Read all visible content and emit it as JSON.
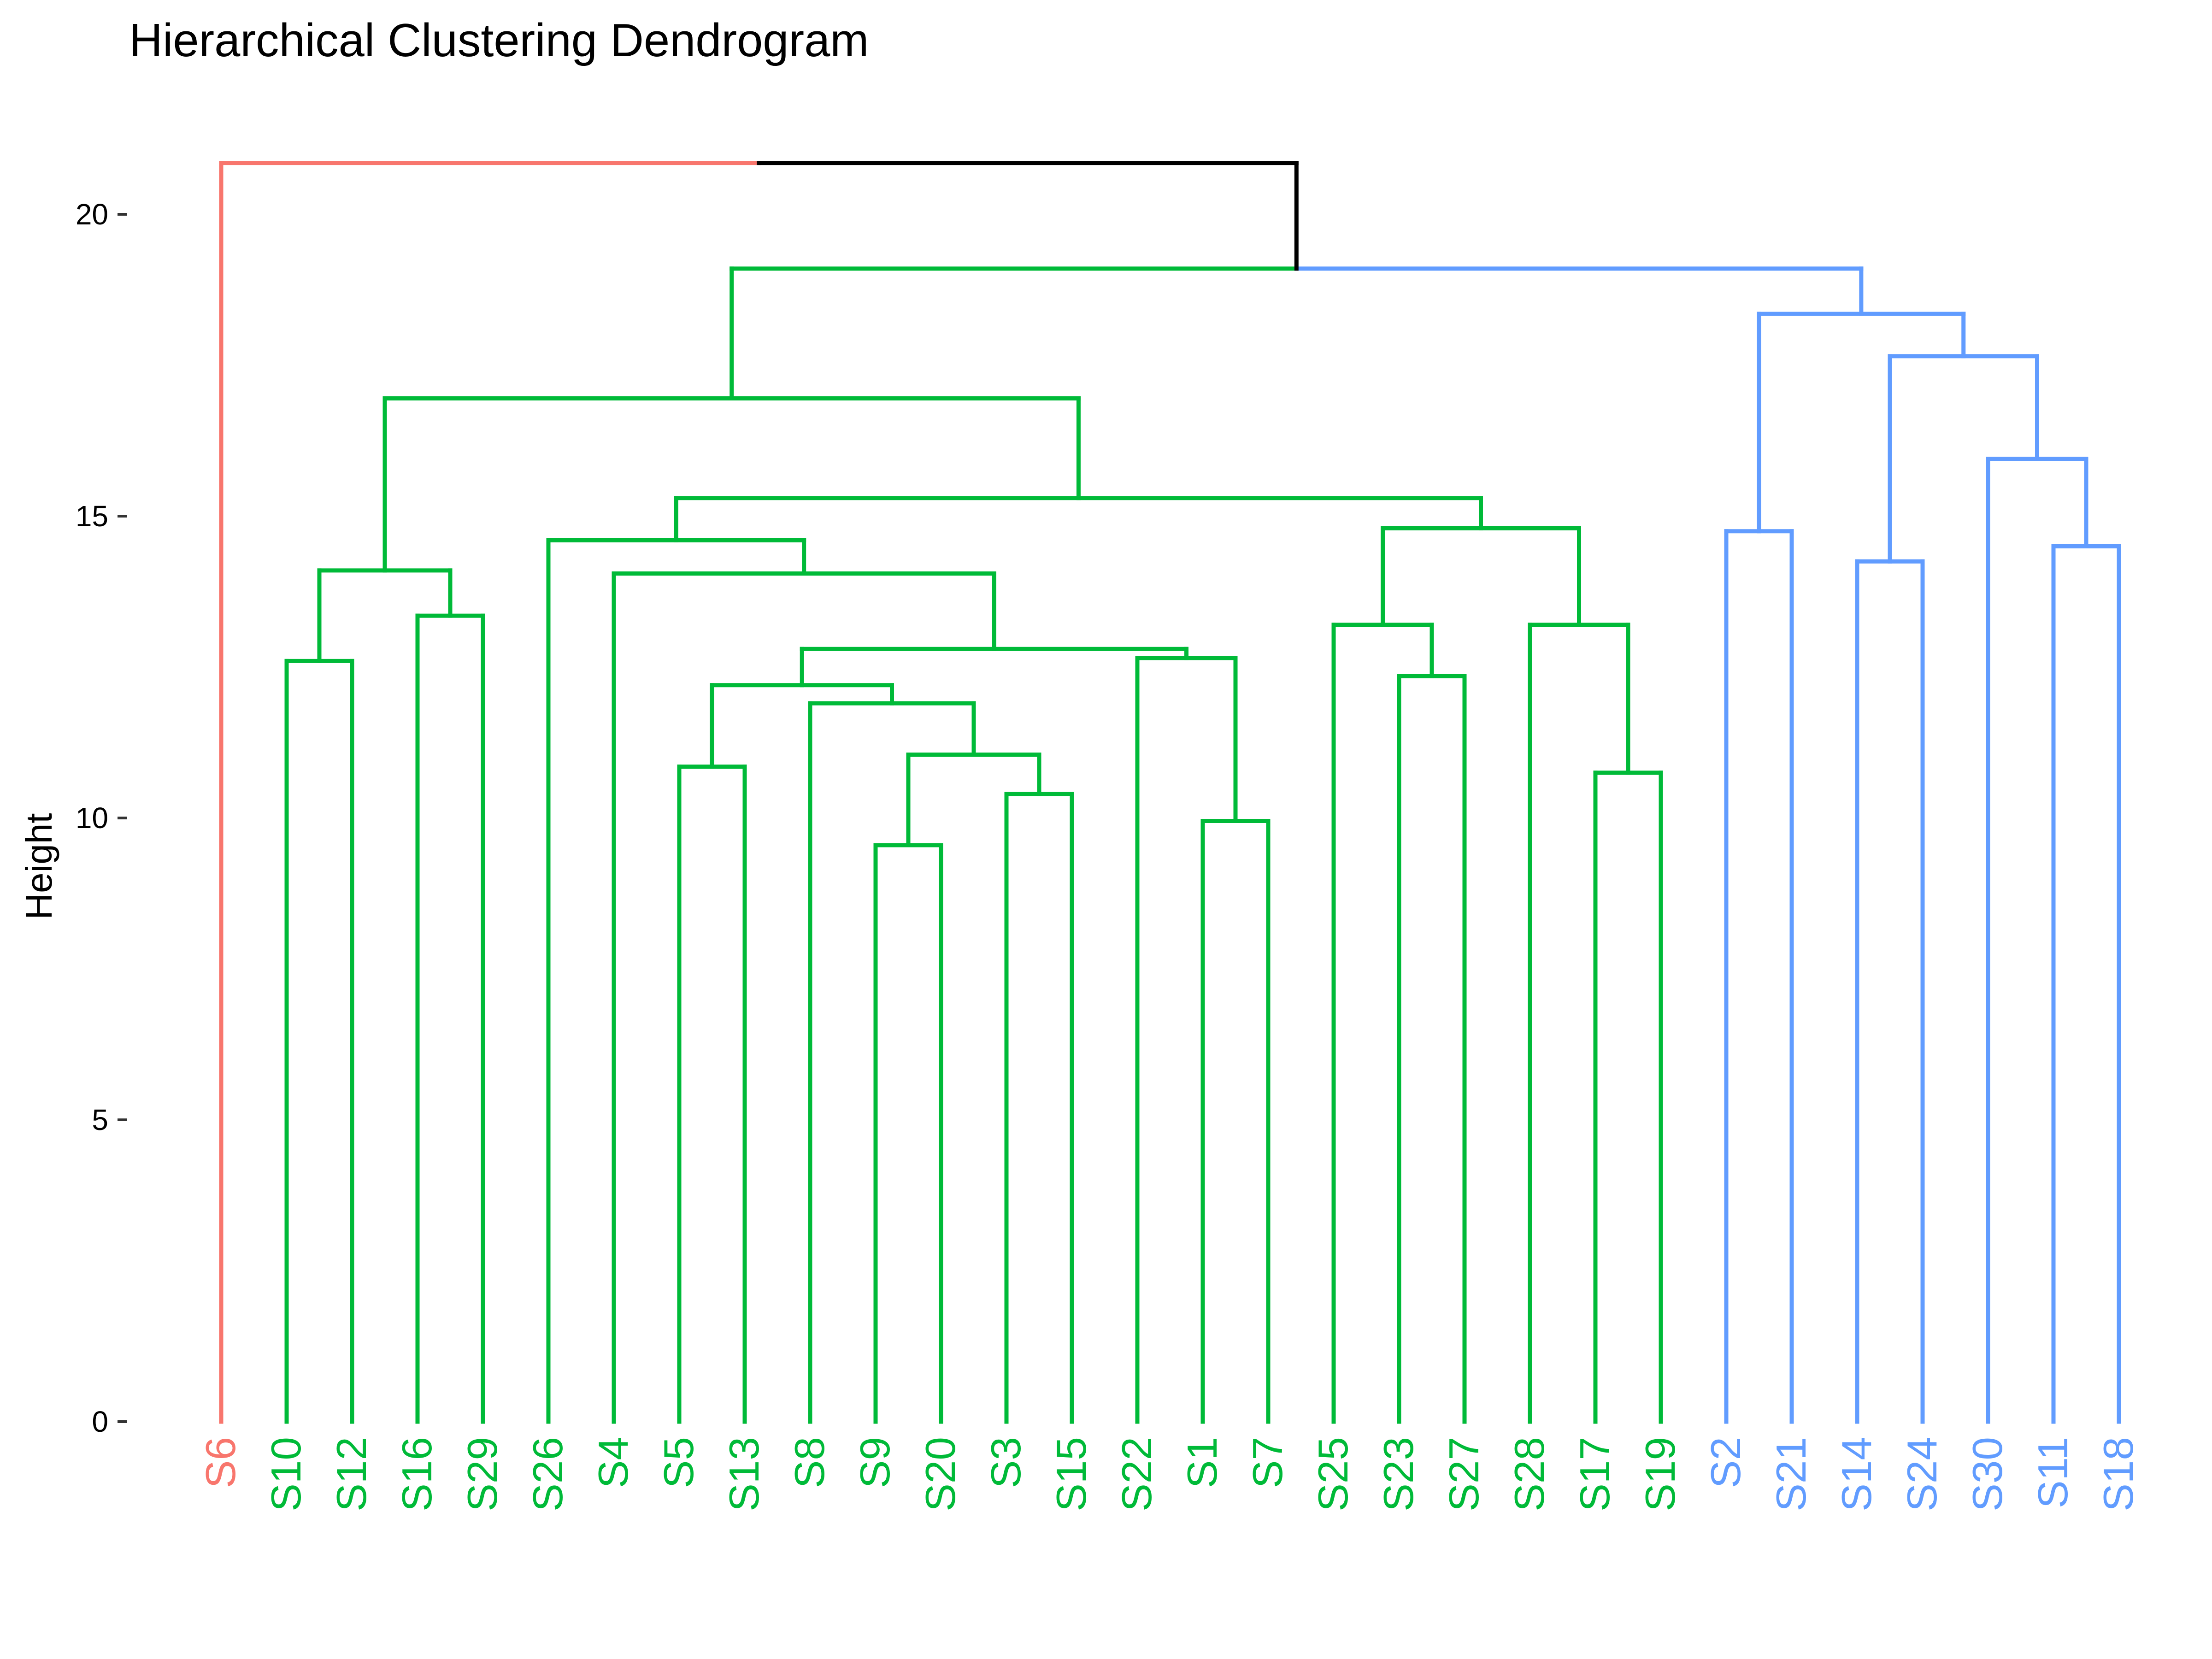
{
  "chart_data": {
    "type": "dendrogram",
    "title": "Hierarchical Clustering Dendrogram",
    "xlabel": "",
    "ylabel": "Height",
    "ylim": [
      0,
      21
    ],
    "y_ticks": [
      0,
      5,
      10,
      15,
      20
    ],
    "grid": false,
    "legend": "none",
    "colors": {
      "cluster_1": "#F8766D",
      "cluster_2": "#00BA38",
      "cluster_3": "#619CFF",
      "root": "#000000"
    },
    "leaves": [
      {
        "label": "S6",
        "cluster": "cluster_1"
      },
      {
        "label": "S10",
        "cluster": "cluster_2"
      },
      {
        "label": "S12",
        "cluster": "cluster_2"
      },
      {
        "label": "S16",
        "cluster": "cluster_2"
      },
      {
        "label": "S29",
        "cluster": "cluster_2"
      },
      {
        "label": "S26",
        "cluster": "cluster_2"
      },
      {
        "label": "S4",
        "cluster": "cluster_2"
      },
      {
        "label": "S5",
        "cluster": "cluster_2"
      },
      {
        "label": "S13",
        "cluster": "cluster_2"
      },
      {
        "label": "S8",
        "cluster": "cluster_2"
      },
      {
        "label": "S9",
        "cluster": "cluster_2"
      },
      {
        "label": "S20",
        "cluster": "cluster_2"
      },
      {
        "label": "S3",
        "cluster": "cluster_2"
      },
      {
        "label": "S15",
        "cluster": "cluster_2"
      },
      {
        "label": "S22",
        "cluster": "cluster_2"
      },
      {
        "label": "S1",
        "cluster": "cluster_2"
      },
      {
        "label": "S7",
        "cluster": "cluster_2"
      },
      {
        "label": "S25",
        "cluster": "cluster_2"
      },
      {
        "label": "S23",
        "cluster": "cluster_2"
      },
      {
        "label": "S27",
        "cluster": "cluster_2"
      },
      {
        "label": "S28",
        "cluster": "cluster_2"
      },
      {
        "label": "S17",
        "cluster": "cluster_2"
      },
      {
        "label": "S19",
        "cluster": "cluster_2"
      },
      {
        "label": "S2",
        "cluster": "cluster_3"
      },
      {
        "label": "S21",
        "cluster": "cluster_3"
      },
      {
        "label": "S14",
        "cluster": "cluster_3"
      },
      {
        "label": "S24",
        "cluster": "cluster_3"
      },
      {
        "label": "S30",
        "cluster": "cluster_3"
      },
      {
        "label": "S11",
        "cluster": "cluster_3"
      },
      {
        "label": "S18",
        "cluster": "cluster_3"
      }
    ],
    "merges": [
      {
        "id": "m1",
        "left": "S10",
        "right": "S12",
        "height": 12.6,
        "cluster": "cluster_2"
      },
      {
        "id": "m2",
        "left": "S16",
        "right": "S29",
        "height": 13.35,
        "cluster": "cluster_2"
      },
      {
        "id": "m3",
        "left": "m1",
        "right": "m2",
        "height": 14.1,
        "cluster": "cluster_2"
      },
      {
        "id": "m4",
        "left": "S5",
        "right": "S13",
        "height": 10.85,
        "cluster": "cluster_2"
      },
      {
        "id": "m5",
        "left": "S9",
        "right": "S20",
        "height": 9.55,
        "cluster": "cluster_2"
      },
      {
        "id": "m6",
        "left": "S3",
        "right": "S15",
        "height": 10.4,
        "cluster": "cluster_2"
      },
      {
        "id": "m7",
        "left": "m5",
        "right": "m6",
        "height": 11.05,
        "cluster": "cluster_2"
      },
      {
        "id": "m8",
        "left": "S8",
        "right": "m7",
        "height": 11.9,
        "cluster": "cluster_2"
      },
      {
        "id": "m9",
        "left": "m4",
        "right": "m8",
        "height": 12.2,
        "cluster": "cluster_2"
      },
      {
        "id": "m10",
        "left": "S1",
        "right": "S7",
        "height": 9.95,
        "cluster": "cluster_2"
      },
      {
        "id": "m11",
        "left": "S22",
        "right": "m10",
        "height": 12.65,
        "cluster": "cluster_2"
      },
      {
        "id": "m12",
        "left": "m9",
        "right": "m11",
        "height": 12.8,
        "cluster": "cluster_2"
      },
      {
        "id": "m13",
        "left": "S4",
        "right": "m12",
        "height": 14.05,
        "cluster": "cluster_2"
      },
      {
        "id": "m14",
        "left": "S26",
        "right": "m13",
        "height": 14.6,
        "cluster": "cluster_2"
      },
      {
        "id": "m15",
        "left": "S23",
        "right": "S27",
        "height": 12.35,
        "cluster": "cluster_2"
      },
      {
        "id": "m16",
        "left": "S25",
        "right": "m15",
        "height": 13.2,
        "cluster": "cluster_2"
      },
      {
        "id": "m17",
        "left": "S17",
        "right": "S19",
        "height": 10.75,
        "cluster": "cluster_2"
      },
      {
        "id": "m18",
        "left": "S28",
        "right": "m17",
        "height": 13.2,
        "cluster": "cluster_2"
      },
      {
        "id": "m19",
        "left": "m16",
        "right": "m18",
        "height": 14.8,
        "cluster": "cluster_2"
      },
      {
        "id": "m20",
        "left": "m14",
        "right": "m19",
        "height": 15.3,
        "cluster": "cluster_2"
      },
      {
        "id": "m21",
        "left": "m3",
        "right": "m20",
        "height": 16.95,
        "cluster": "cluster_2"
      },
      {
        "id": "m22",
        "left": "S2",
        "right": "S21",
        "height": 14.75,
        "cluster": "cluster_3"
      },
      {
        "id": "m23",
        "left": "S14",
        "right": "S24",
        "height": 14.25,
        "cluster": "cluster_3"
      },
      {
        "id": "m24",
        "left": "S11",
        "right": "S18",
        "height": 14.5,
        "cluster": "cluster_3"
      },
      {
        "id": "m25",
        "left": "S30",
        "right": "m24",
        "height": 15.95,
        "cluster": "cluster_3"
      },
      {
        "id": "m26",
        "left": "m23",
        "right": "m25",
        "height": 17.65,
        "cluster": "cluster_3"
      },
      {
        "id": "m27",
        "left": "m22",
        "right": "m26",
        "height": 18.35,
        "cluster": "cluster_3"
      },
      {
        "id": "m28",
        "left": "m21",
        "right": "m27",
        "height": 19.1,
        "cluster": "mixed_2_3"
      },
      {
        "id": "m29",
        "left": "S6",
        "right": "m28",
        "height": 20.85,
        "cluster": "root"
      }
    ]
  }
}
